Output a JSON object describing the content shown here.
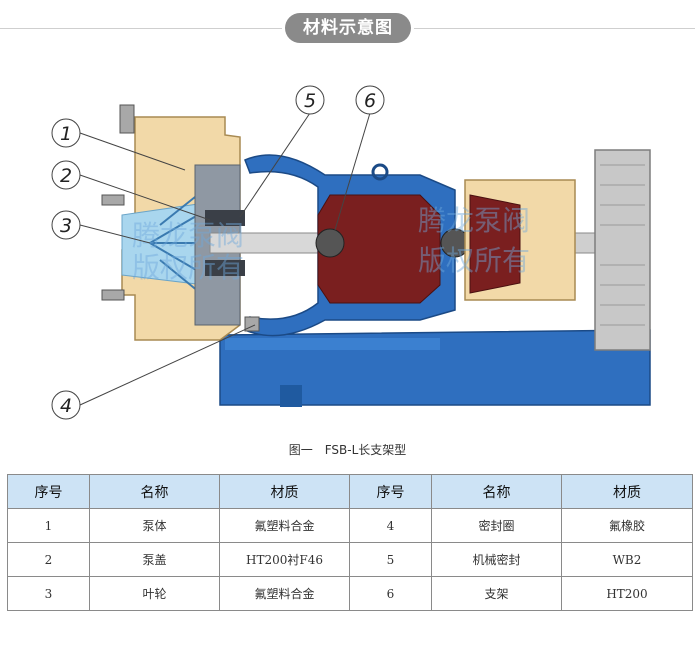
{
  "header": {
    "title": "材料示意图"
  },
  "diagram": {
    "callouts": [
      "1",
      "2",
      "3",
      "4",
      "5",
      "6"
    ],
    "watermark": [
      "腾龙泵阀",
      "版权所有"
    ]
  },
  "caption": "图一　FSB-L长支架型",
  "table": {
    "headers": [
      "序号",
      "名称",
      "材质",
      "序号",
      "名称",
      "材质"
    ],
    "rows": [
      [
        "1",
        "泵体",
        "氟塑料合金",
        "4",
        "密封圈",
        "氟橡胶"
      ],
      [
        "2",
        "泵盖",
        "HT200衬F46",
        "5",
        "机械密封",
        "WB2"
      ],
      [
        "3",
        "叶轮",
        "氟塑料合金",
        "6",
        "支架",
        "HT200"
      ]
    ]
  },
  "colors": {
    "base_blue": "#2f6fbf",
    "alloy_tan": "#f2d9a8",
    "liner_gray": "#8f98a3",
    "motor_dark": "#7a1f1f",
    "header_bg": "#cde3f5"
  }
}
